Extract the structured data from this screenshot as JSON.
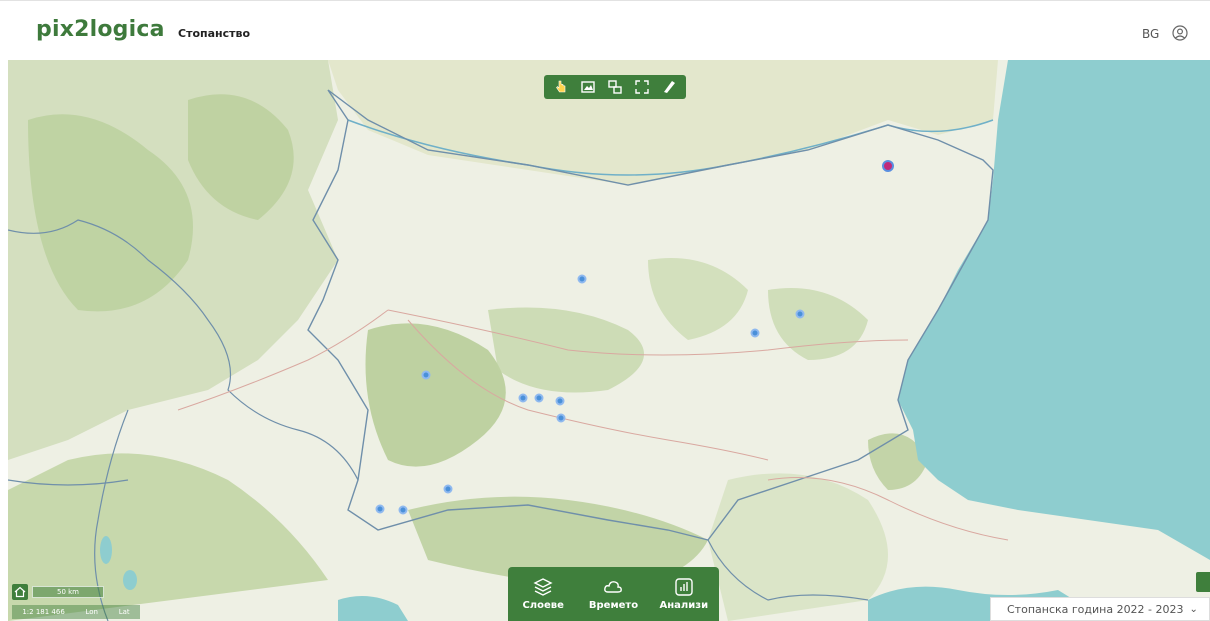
{
  "header": {
    "logo": "pix2logica",
    "nav": [
      "Стопанство"
    ],
    "language": "BG",
    "user_icon": "user-circle-icon"
  },
  "map_toolbar": {
    "tools": [
      "pointer-hand-icon",
      "image-select-icon",
      "compare-icon",
      "fullscreen-icon",
      "ruler-icon"
    ]
  },
  "bottom_panel": {
    "items": [
      {
        "label": "Слоеве",
        "icon": "layers-icon"
      },
      {
        "label": "Времето",
        "icon": "cloud-icon"
      },
      {
        "label": "Анализи",
        "icon": "chart-icon"
      }
    ]
  },
  "season_selector": {
    "value": "Стопанска година 2022 - 2023"
  },
  "map_controls": {
    "scale": "50 km",
    "scale_ratio": "1:2 181 466",
    "lon_label": "Lon",
    "lat_label": "Lat"
  },
  "colors": {
    "brand_green": "#3f7f3c",
    "sea": "#8ecdcf",
    "marker": "#4a90d9",
    "marker_highlight": "#c02a7a"
  }
}
